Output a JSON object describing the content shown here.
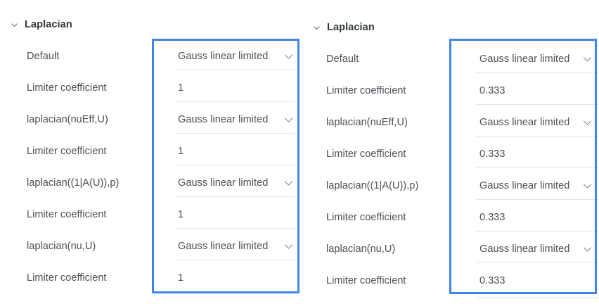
{
  "theme": {
    "highlight_color": "#4285e8",
    "label_color": "#4b5056",
    "title_color": "#32373c",
    "divider_color": "#e4e6e8",
    "background": "#ffffff"
  },
  "panels": [
    {
      "id": "laplacian-panel-left",
      "header": {
        "title": "Laplacian",
        "toggle_icon": "chevron-down-icon",
        "expanded": true
      },
      "rows": [
        {
          "label": "Default",
          "value": "Gauss linear limited",
          "type": "select",
          "caret_icon": "chevron-down-icon"
        },
        {
          "label": "Limiter coefficient",
          "value": "1",
          "type": "text"
        },
        {
          "label": "laplacian(nuEff,U)",
          "value": "Gauss linear limited",
          "type": "select",
          "caret_icon": "chevron-down-icon"
        },
        {
          "label": "Limiter coefficient",
          "value": "1",
          "type": "text"
        },
        {
          "label": "laplacian((1|A(U)),p)",
          "value": "Gauss linear limited",
          "type": "select",
          "caret_icon": "chevron-down-icon"
        },
        {
          "label": "Limiter coefficient",
          "value": "1",
          "type": "text"
        },
        {
          "label": "laplacian(nu,U)",
          "value": "Gauss linear limited",
          "type": "select",
          "caret_icon": "chevron-down-icon"
        },
        {
          "label": "Limiter coefficient",
          "value": "1",
          "type": "text"
        }
      ]
    },
    {
      "id": "laplacian-panel-right",
      "header": {
        "title": "Laplacian",
        "toggle_icon": "chevron-down-icon",
        "expanded": true
      },
      "rows": [
        {
          "label": "Default",
          "value": "Gauss linear limited",
          "type": "select",
          "caret_icon": "chevron-down-icon"
        },
        {
          "label": "Limiter coefficient",
          "value": "0.333",
          "type": "text"
        },
        {
          "label": "laplacian(nuEff,U)",
          "value": "Gauss linear limited",
          "type": "select",
          "caret_icon": "chevron-down-icon"
        },
        {
          "label": "Limiter coefficient",
          "value": "0.333",
          "type": "text"
        },
        {
          "label": "laplacian((1|A(U)),p)",
          "value": "Gauss linear limited",
          "type": "select",
          "caret_icon": "chevron-down-icon"
        },
        {
          "label": "Limiter coefficient",
          "value": "0.333",
          "type": "text"
        },
        {
          "label": "laplacian(nu,U)",
          "value": "Gauss linear limited",
          "type": "select",
          "caret_icon": "chevron-down-icon"
        },
        {
          "label": "Limiter coefficient",
          "value": "0.333",
          "type": "text"
        }
      ]
    }
  ]
}
